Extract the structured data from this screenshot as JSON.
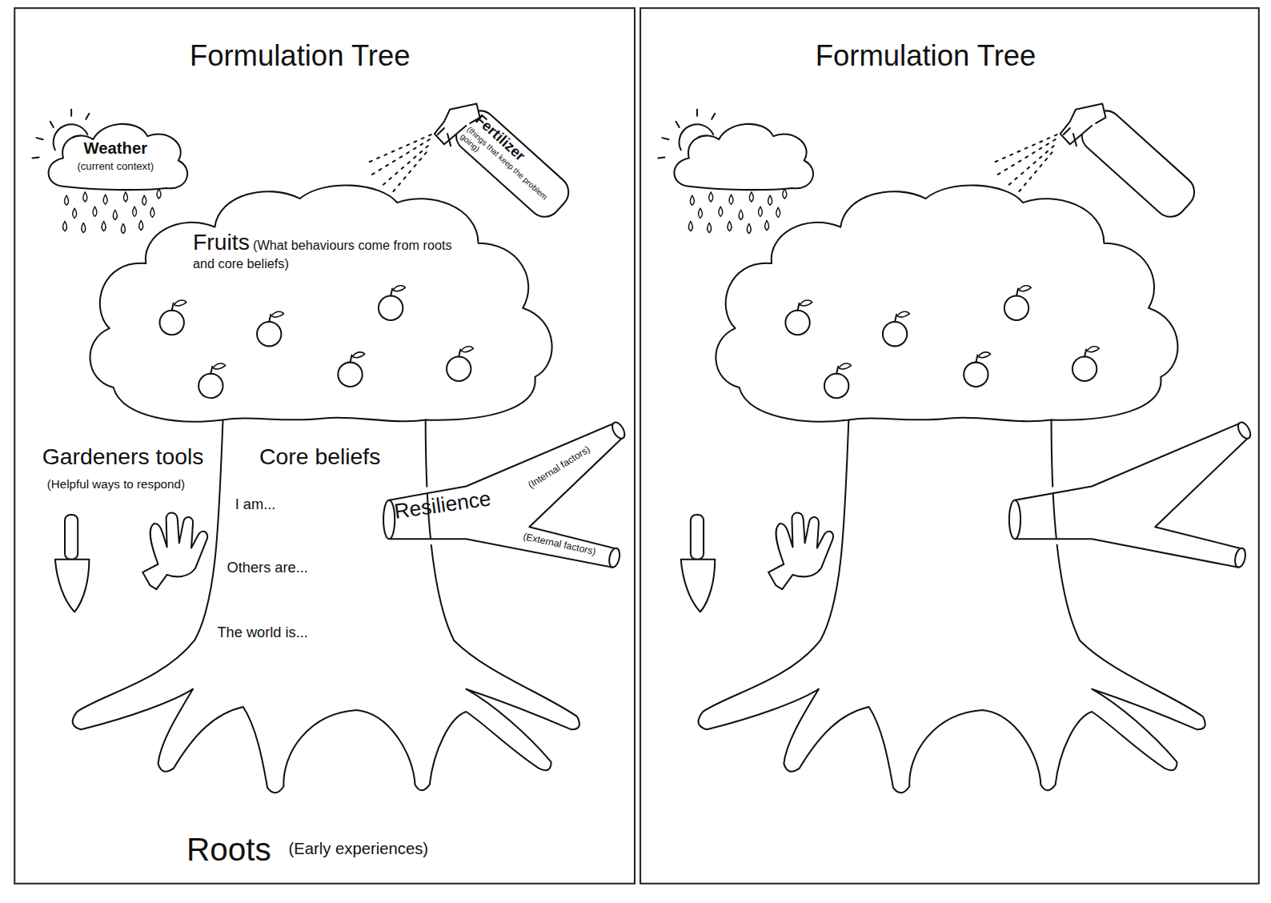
{
  "diagram": {
    "title": "Formulation Tree",
    "nodes": [
      {
        "text": [
          "Weather",
          "(current context)"
        ]
      },
      {
        "text": [
          "Fertilizer",
          "(things that keep the problem going)"
        ]
      },
      {
        "text": [
          "Fruits",
          "(What behaviours come from roots and core beliefs)"
        ]
      },
      {
        "text": [
          "Core beliefs",
          "I am...",
          "Others are...",
          "The world is..."
        ]
      },
      {
        "text": [
          "Resilience",
          "(Internal factors)",
          "(External factors)"
        ]
      }
    ],
    "labels": [
      "Gardeners tools",
      "(Helpful ways to respond)",
      "Roots",
      "(Early experiences)",
      "Formulation Tree"
    ]
  }
}
